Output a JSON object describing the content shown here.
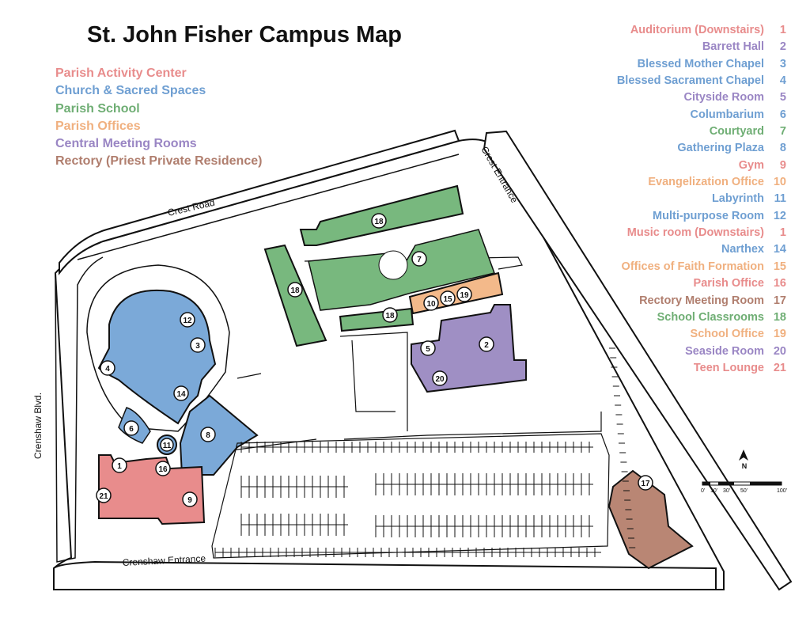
{
  "title": "St. John Fisher Campus Map",
  "colors": {
    "activity": "#e88c8c",
    "church": "#7ba9d8",
    "school": "#78b87e",
    "offices": "#f3b98a",
    "meeting": "#9f8fc4",
    "rectory": "#b98674"
  },
  "categories": [
    {
      "label": "Parish Activity Center",
      "color": "#e88c8c"
    },
    {
      "label": "Church & Sacred Spaces",
      "color": "#6f9fd2"
    },
    {
      "label": "Parish School",
      "color": "#6fae74"
    },
    {
      "label": "Parish Offices",
      "color": "#f0b07f"
    },
    {
      "label": "Central Meeting Rooms",
      "color": "#9a86c4"
    },
    {
      "label": "Rectory (Priest Private Residence)",
      "color": "#b07e6e"
    }
  ],
  "legend": [
    {
      "name": "Auditorium (Downstairs)",
      "num": "1",
      "color": "#e88c8c"
    },
    {
      "name": "Barrett Hall",
      "num": "2",
      "color": "#9a86c4"
    },
    {
      "name": "Blessed Mother Chapel",
      "num": "3",
      "color": "#6f9fd2"
    },
    {
      "name": "Blessed Sacrament Chapel",
      "num": "4",
      "color": "#6f9fd2"
    },
    {
      "name": "Cityside Room",
      "num": "5",
      "color": "#9a86c4"
    },
    {
      "name": "Columbarium",
      "num": "6",
      "color": "#6f9fd2"
    },
    {
      "name": "Courtyard",
      "num": "7",
      "color": "#6fae74"
    },
    {
      "name": "Gathering Plaza",
      "num": "8",
      "color": "#6f9fd2"
    },
    {
      "name": "Gym",
      "num": "9",
      "color": "#e88c8c"
    },
    {
      "name": "Evangelization Office",
      "num": "10",
      "color": "#f0b07f"
    },
    {
      "name": "Labyrinth",
      "num": "11",
      "color": "#6f9fd2"
    },
    {
      "name": "Multi-purpose Room",
      "num": "12",
      "color": "#6f9fd2"
    },
    {
      "name": "Music room (Downstairs)",
      "num": "1",
      "color": "#e88c8c"
    },
    {
      "name": "Narthex",
      "num": "14",
      "color": "#6f9fd2"
    },
    {
      "name": "Offices of Faith Formation",
      "num": "15",
      "color": "#f0b07f"
    },
    {
      "name": "Parish Office",
      "num": "16",
      "color": "#e88c8c"
    },
    {
      "name": "Rectory Meeting Room",
      "num": "17",
      "color": "#b07e6e"
    },
    {
      "name": "School Classrooms",
      "num": "18",
      "color": "#6fae74"
    },
    {
      "name": "School Office",
      "num": "19",
      "color": "#f0b07f"
    },
    {
      "name": "Seaside Room",
      "num": "20",
      "color": "#9a86c4"
    },
    {
      "name": "Teen Lounge",
      "num": "21",
      "color": "#e88c8c"
    }
  ],
  "roads": {
    "crest_road": "Crest Road",
    "crest_entrance": "Crest Entrance",
    "crenshaw_blvd": "Crenshaw Blvd.",
    "crenshaw_entrance": "Crenshaw Entrance"
  },
  "markers": [
    "1",
    "2",
    "3",
    "4",
    "5",
    "6",
    "7",
    "8",
    "9",
    "10",
    "11",
    "12",
    "14",
    "15",
    "16",
    "17",
    "18",
    "18",
    "18",
    "19",
    "20",
    "21"
  ],
  "compass": {
    "label": "N",
    "icon": "north-arrow-icon"
  },
  "scale": {
    "ticks": [
      "0'",
      "10'",
      "30'",
      "50'",
      "100'"
    ]
  }
}
